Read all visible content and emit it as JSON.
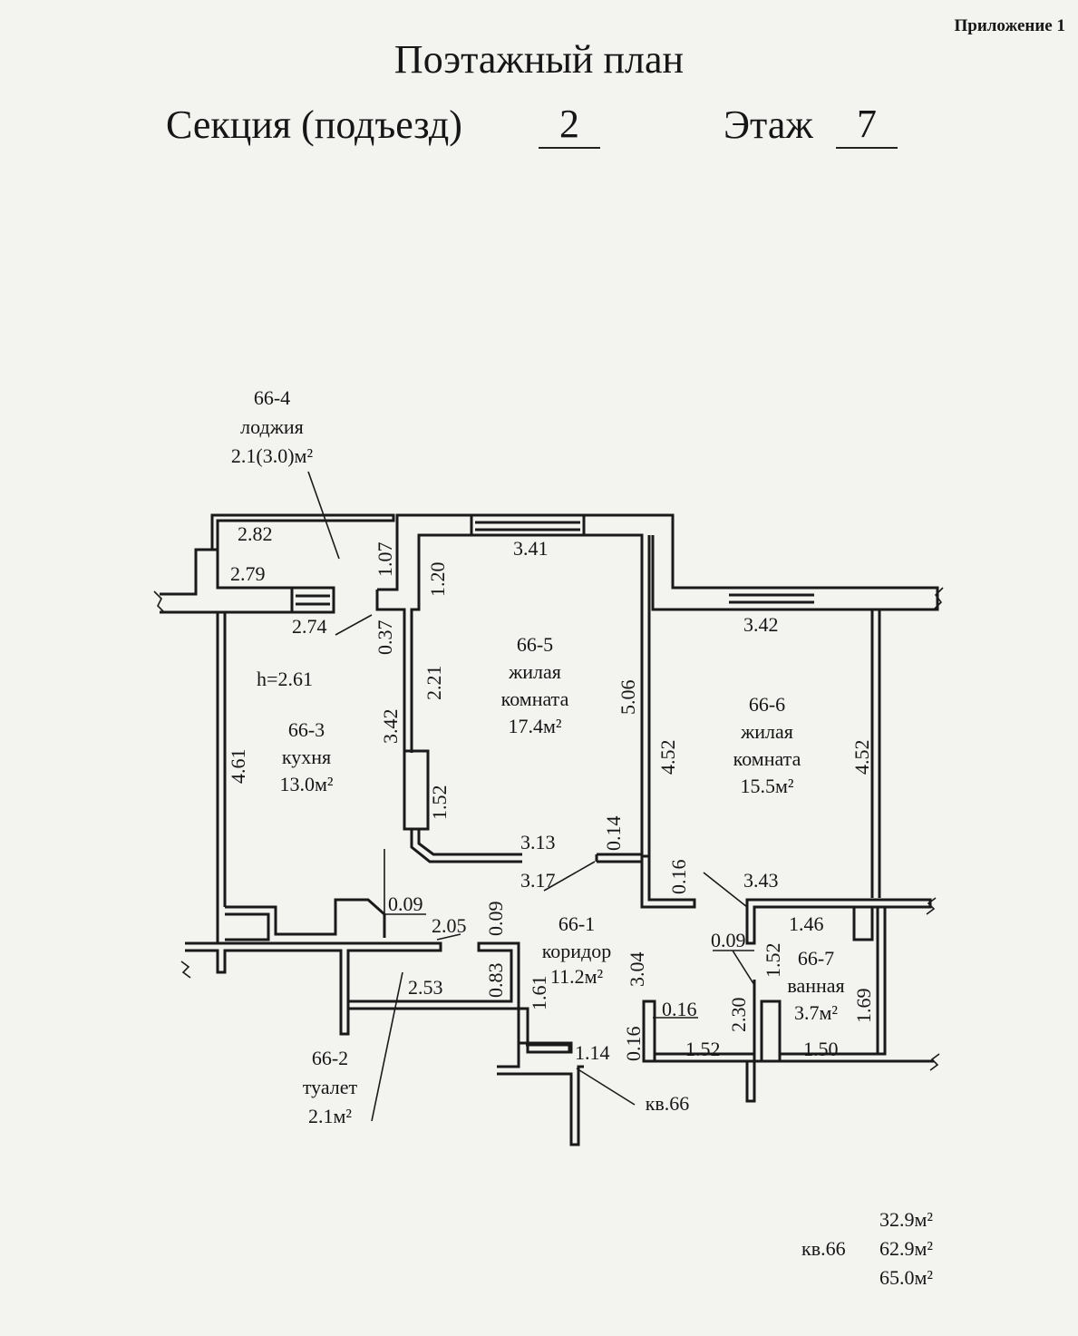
{
  "header": {
    "appendix": "Приложение 1",
    "title": "Поэтажный план",
    "section_label": "Секция (подъезд)",
    "section_value": "2",
    "floor_label": "Этаж",
    "floor_value": "7"
  },
  "rooms": {
    "loggia": {
      "id": "66-4",
      "name": "лоджия",
      "area": "2.1(3.0)м²"
    },
    "living1": {
      "id": "66-5",
      "name1": "жилая",
      "name2": "комната",
      "area": "17.4м²"
    },
    "living2": {
      "id": "66-6",
      "name1": "жилая",
      "name2": "комната",
      "area": "15.5м²"
    },
    "kitchen": {
      "id": "66-3",
      "name": "кухня",
      "area": "13.0м²",
      "height": "h=2.61"
    },
    "corridor": {
      "id": "66-1",
      "name": "коридор",
      "area": "11.2м²"
    },
    "toilet": {
      "id": "66-2",
      "name": "туалет",
      "area": "2.1м²"
    },
    "bathroom": {
      "id": "66-7",
      "name": "ванная",
      "area": "3.7м²"
    }
  },
  "dimensions": {
    "d282": "2.82",
    "d279": "2.79",
    "d274": "2.74",
    "d107": "1.07",
    "d120": "1.20",
    "d037": "0.37",
    "d341": "3.41",
    "d342": "3.42",
    "d221": "2.21",
    "d342v": "3.42",
    "d506": "5.06",
    "d452a": "4.52",
    "d452b": "4.52",
    "d461": "4.61",
    "d152": "1.52",
    "d313": "3.13",
    "d317": "3.17",
    "d014": "0.14",
    "d016a": "0.16",
    "d343": "3.43",
    "d009a": "0.09",
    "d205": "2.05",
    "d009b": "0.09",
    "d083": "0.83",
    "d253": "2.53",
    "d161": "1.61",
    "d304": "3.04",
    "d114": "1.14",
    "d016b": "0.16",
    "d016c": "0.16",
    "d152h": "1.52",
    "d230": "2.30",
    "d009c": "0.09",
    "d152v": "1.52",
    "d146": "1.46",
    "d169": "1.69",
    "d150": "1.50"
  },
  "apartment_label": "кв.66",
  "totals": {
    "label": "кв.66",
    "living_area": "32.9м²",
    "total_area": "62.9м²",
    "total_with_loggia": "65.0м²"
  }
}
